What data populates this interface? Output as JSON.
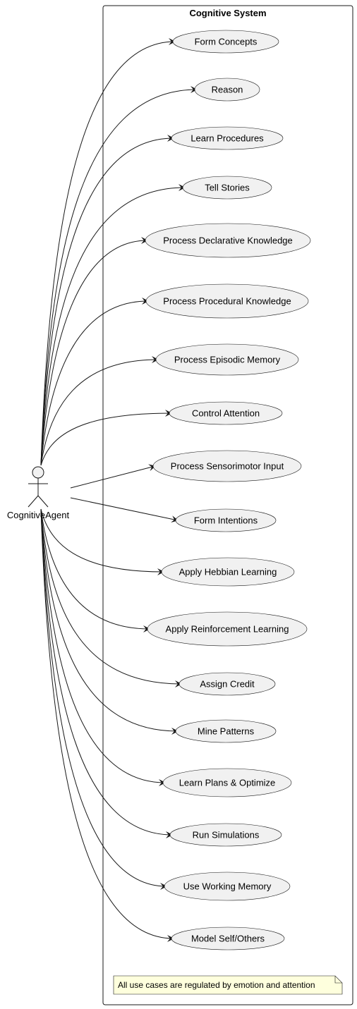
{
  "system": {
    "title": "Cognitive System"
  },
  "actor": {
    "name": "CognitiveAgent"
  },
  "use_cases": [
    "Form Concepts",
    "Reason",
    "Learn Procedures",
    "Tell Stories",
    "Process Declarative Knowledge",
    "Process Procedural Knowledge",
    "Process Episodic Memory",
    "Control Attention",
    "Process Sensorimotor Input",
    "Form Intentions",
    "Apply Hebbian Learning",
    "Apply Reinforcement Learning",
    "Assign Credit",
    "Mine Patterns",
    "Learn Plans & Optimize",
    "Run Simulations",
    "Use Working Memory",
    "Model Self/Others"
  ],
  "note": {
    "text": "All use cases are regulated by emotion and attention"
  },
  "colors": {
    "usecase_fill": "#f1f1f1",
    "stroke": "#181818",
    "note_fill": "#feffdd"
  }
}
